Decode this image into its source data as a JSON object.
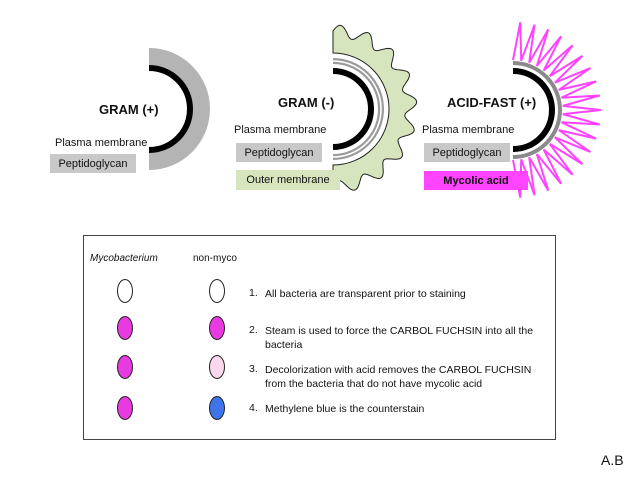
{
  "panels": [
    {
      "title": "GRAM (+)",
      "plasma_label": "Plasma membrane",
      "layer1_label": "Peptidoglycan",
      "layer2_label": ""
    },
    {
      "title": "GRAM (-)",
      "plasma_label": "Plasma membrane",
      "layer1_label": "Peptidoglycan",
      "layer2_label": "Outer membrane"
    },
    {
      "title": "ACID-FAST (+)",
      "plasma_label": "Plasma membrane",
      "layer1_label": "Peptidoglycan",
      "layer2_label": "Mycolic acid"
    }
  ],
  "colors": {
    "peptidoglycan_box": "#c8c8c8",
    "peptidoglycan_wall": "#b4b4b4",
    "outer_membrane": "#d6e5bd",
    "mycolic_acid": "#ff44ff",
    "magenta_cell": "#e83ae0",
    "pale_pink_cell": "#fad7ec",
    "blue_cell": "#3f74e8",
    "clear_cell": "#ffffff"
  },
  "legend": {
    "col_myco": "Mycobacterium",
    "col_nonmyco": "non-myco",
    "steps": [
      {
        "num": "1.",
        "text": "All bacteria are transparent prior to staining",
        "myco_color": "#ffffff",
        "nonmyco_color": "#ffffff"
      },
      {
        "num": "2.",
        "text": "Steam is used to force the CARBOL FUCHSIN into all the bacteria",
        "myco_color": "#e83ae0",
        "nonmyco_color": "#e83ae0"
      },
      {
        "num": "3.",
        "text": "Decolorization with acid removes the CARBOL FUCHSIN from the bacteria that do not have mycolic acid",
        "myco_color": "#e83ae0",
        "nonmyco_color": "#fad7ec"
      },
      {
        "num": "4.",
        "text": "Methylene blue is the counterstain",
        "myco_color": "#e83ae0",
        "nonmyco_color": "#3f74e8"
      }
    ]
  },
  "footer_mark": "A.B"
}
